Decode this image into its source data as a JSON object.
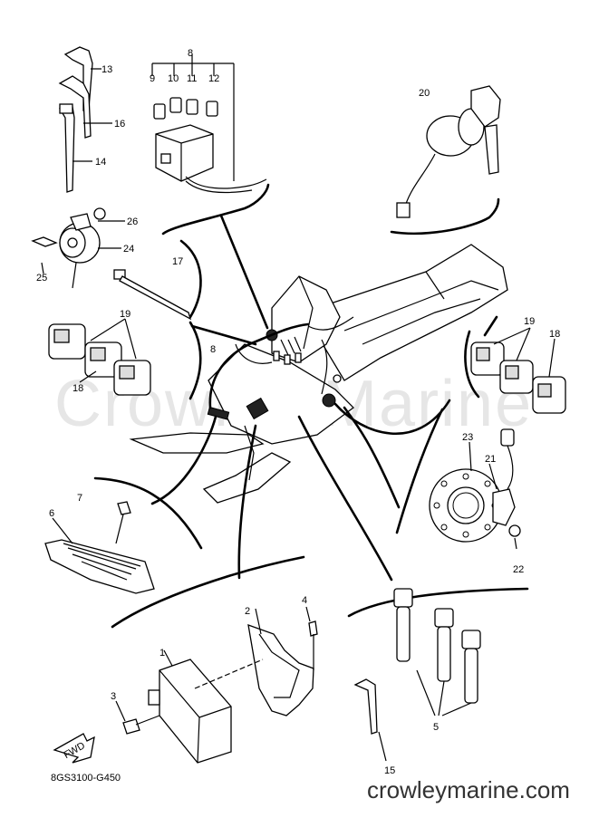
{
  "watermark": "Crowley Marine",
  "diagram_code": "8GS3100-G450",
  "site": "crowleymarine.com",
  "fwd_label": "FWD",
  "callouts": {
    "c1": "1",
    "c2": "2",
    "c3": "3",
    "c4": "4",
    "c5": "5",
    "c6": "6",
    "c7": "7",
    "c8a": "8",
    "c8b": "8",
    "c9": "9",
    "c10": "10",
    "c11": "11",
    "c12": "12",
    "c13": "13",
    "c14": "14",
    "c15": "15",
    "c16": "16",
    "c17": "17",
    "c18a": "18",
    "c18b": "18",
    "c19a": "19",
    "c19b": "19",
    "c20": "20",
    "c21": "21",
    "c22": "22",
    "c23": "23",
    "c24": "24",
    "c25": "25",
    "c26": "26"
  }
}
